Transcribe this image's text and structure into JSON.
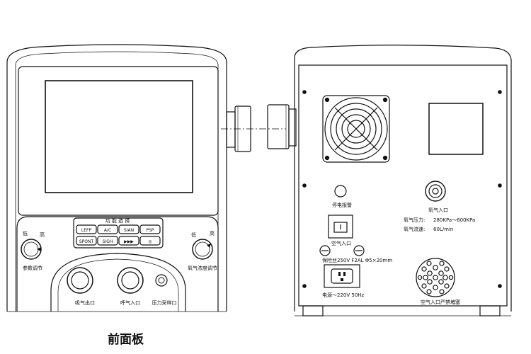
{
  "caption": "前面板",
  "front_panel": {
    "function_select_title": "功 能 选 择",
    "buttons": [
      {
        "id": "btn-1",
        "label": "LEFP"
      },
      {
        "id": "btn-2",
        "label": "A/C"
      },
      {
        "id": "btn-3",
        "label": "SIAN"
      },
      {
        "id": "btn-4",
        "label": "PSP"
      },
      {
        "id": "btn-5",
        "label": "SPONT"
      },
      {
        "id": "btn-6",
        "label": "SIGH"
      },
      {
        "id": "btn-7",
        "label": "▶▶▶"
      },
      {
        "id": "btn-8",
        "label": "◎"
      }
    ],
    "left_knob": {
      "label": "参数调节",
      "mark_low": "低",
      "mark_high": "高"
    },
    "right_knob": {
      "label": "氧气浓度调节",
      "mark_low": "低",
      "mark_high": "高"
    },
    "ports": [
      {
        "label": "吸气出口"
      },
      {
        "label": "呼气入口"
      },
      {
        "label": "压力采样口"
      }
    ]
  },
  "back_panel": {
    "alarm_label": "停电报警",
    "power_switch_label": "空气入口",
    "fuse_label": "保险丝250V F2AL Φ5×20mm",
    "power_label": "电源～220V 50Hz",
    "oxygen_inlet_label": "氧气入口",
    "oxygen_pressure_label": "氧气压力:",
    "oxygen_pressure_value": "280KPa～600KPa",
    "oxygen_flow_label": "氧气流速:",
    "oxygen_flow_value": "60L/min",
    "air_inlet_label": "空气入口严禁堵塞"
  }
}
